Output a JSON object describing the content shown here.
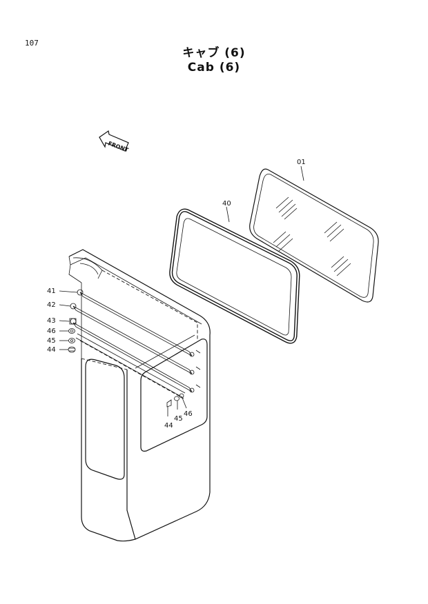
{
  "page": {
    "number": "107",
    "title_ja": "キャブ (6)",
    "title_en": "Cab (6)"
  },
  "front_indicator": {
    "label": "FRONT",
    "icon": "front-arrow-icon"
  },
  "callouts": {
    "c01": "01",
    "c40": "40",
    "c41": "41",
    "c42": "42",
    "c43": "43",
    "c46a": "46",
    "c45a": "45",
    "c44a": "44",
    "c44b": "44",
    "c45b": "45",
    "c46b": "46"
  }
}
